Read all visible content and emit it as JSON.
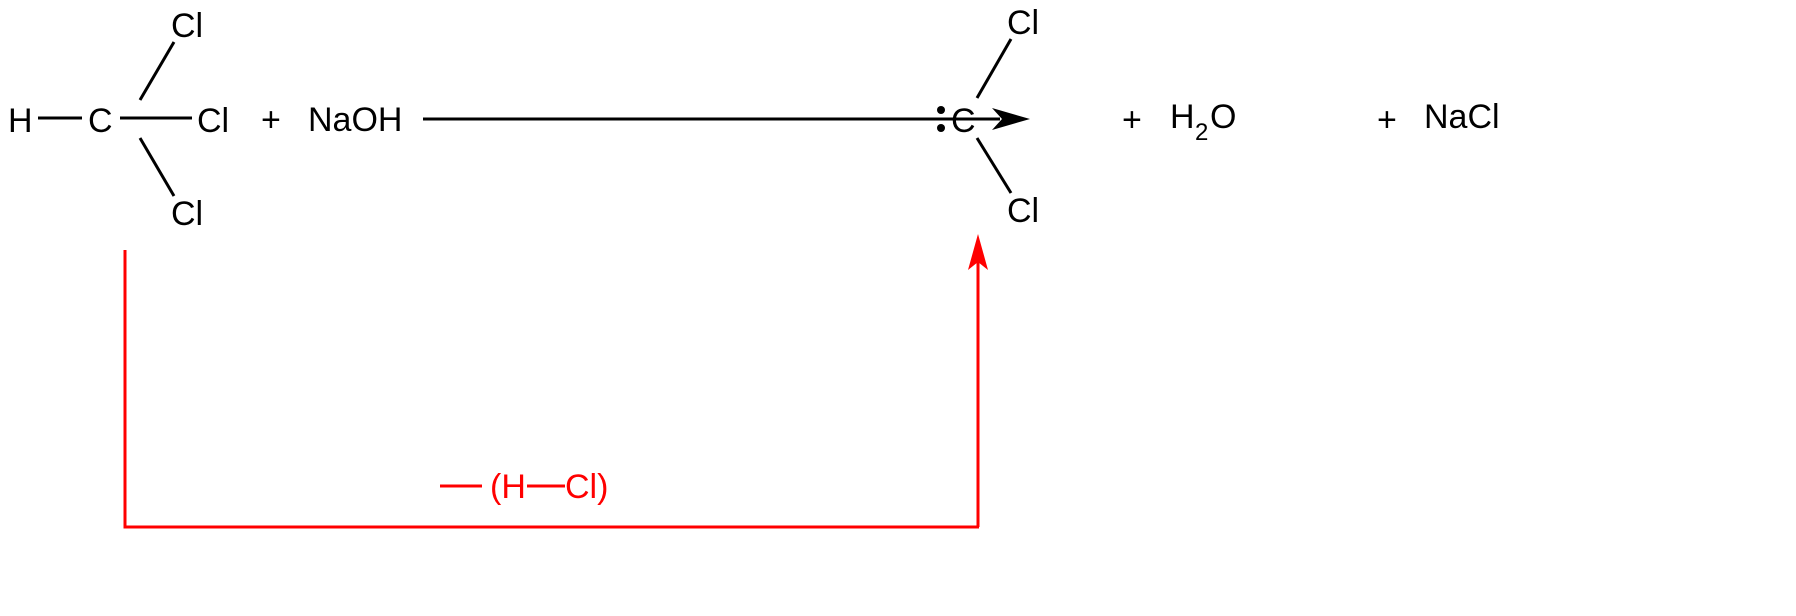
{
  "reactants": {
    "chloroform": {
      "h": "H",
      "c": "C",
      "cl_top": "Cl",
      "cl_right": "Cl",
      "cl_bottom": "Cl"
    },
    "plus1": "+",
    "naoh": "NaOH"
  },
  "products": {
    "carbene": {
      "c": "C",
      "cl_top": "Cl",
      "cl_bottom": "Cl"
    },
    "plus2": "+",
    "water": {
      "h": "H",
      "sub": "2",
      "o": "O"
    },
    "plus3": "+",
    "nacl": "NaCl"
  },
  "elimination": {
    "open": "(H",
    "close": "Cl)"
  },
  "colors": {
    "bond": "#000000",
    "elimination": "#ff0000"
  }
}
